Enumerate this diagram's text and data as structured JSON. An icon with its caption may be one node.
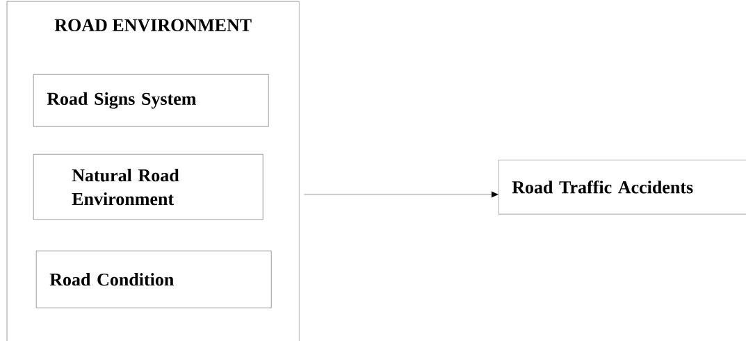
{
  "diagram": {
    "nodes": [
      {
        "text": [
          "ROAD ENVIRONMENT"
        ]
      },
      {
        "text": [
          "Road Signs System"
        ],
        "in": 0
      },
      {
        "text": [
          "Natural Road Environment"
        ],
        "in": 0
      },
      {
        "text": [
          "Road Condition"
        ],
        "in": 0
      },
      {
        "text": [
          "Road Traffic Accidents"
        ]
      }
    ],
    "edges": [
      {
        "from": 0,
        "to": 4,
        "arrow": "to"
      }
    ]
  }
}
